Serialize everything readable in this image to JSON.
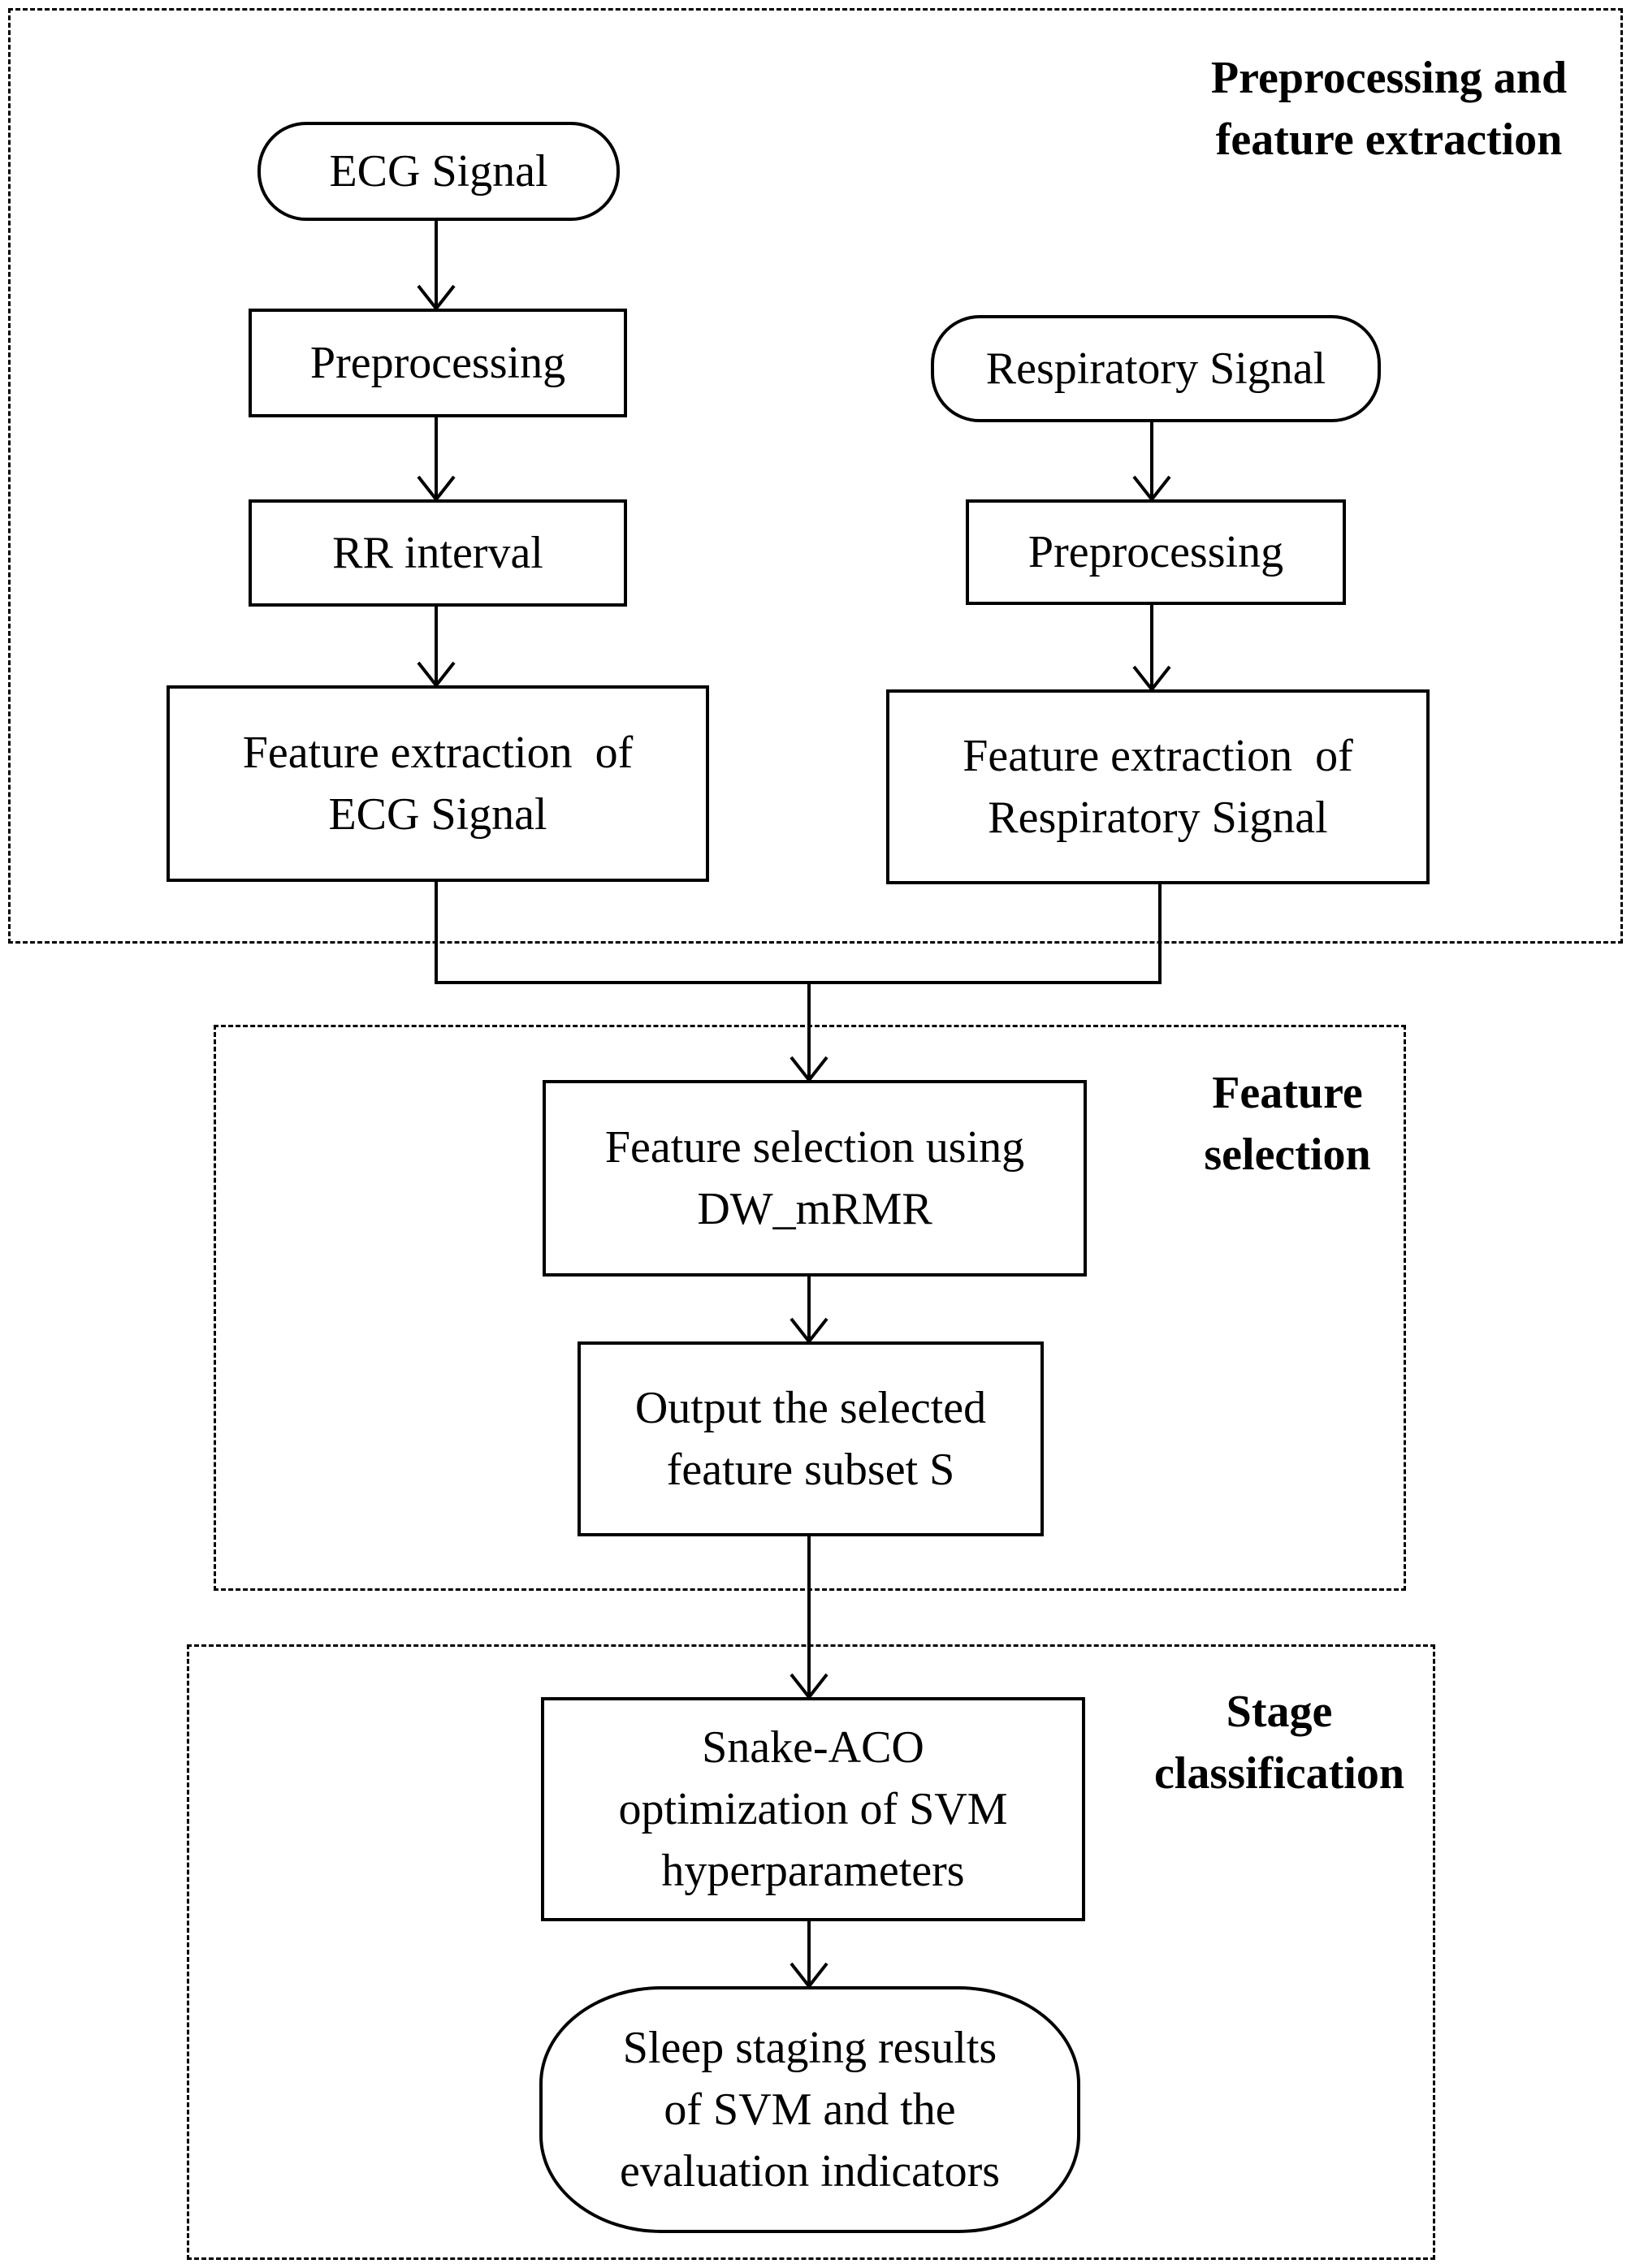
{
  "groups": {
    "preprocessing": {
      "label_line1": "Preprocessing and",
      "label_line2": "feature extraction"
    },
    "feature_selection": {
      "label_line1": "Feature",
      "label_line2": "selection"
    },
    "stage_classification": {
      "label_line1": "Stage",
      "label_line2": "classification"
    }
  },
  "nodes": {
    "ecg_signal": {
      "line1": "ECG Signal"
    },
    "ecg_preprocessing": {
      "line1": "Preprocessing"
    },
    "rr_interval": {
      "line1": "RR interval"
    },
    "ecg_feature_extraction": {
      "line1": "Feature extraction  of",
      "line2": "ECG Signal"
    },
    "respiratory_signal": {
      "line1": "Respiratory Signal"
    },
    "resp_preprocessing": {
      "line1": "Preprocessing"
    },
    "resp_feature_extraction": {
      "line1": "Feature extraction  of",
      "line2": "Respiratory Signal"
    },
    "feature_selection_dw_mrmr": {
      "line1": "Feature selection using",
      "line2": "DW_mRMR"
    },
    "output_subset": {
      "line1": "Output the selected",
      "line2": "feature subset S"
    },
    "snake_aco": {
      "line1": "Snake-ACO",
      "line2": "optimization of SVM",
      "line3": "hyperparameters"
    },
    "results": {
      "line1": "Sleep staging results",
      "line2": "of SVM and the",
      "line3": "evaluation indicators"
    }
  },
  "edges": [
    {
      "from": "ecg_signal",
      "to": "ecg_preprocessing"
    },
    {
      "from": "ecg_preprocessing",
      "to": "rr_interval"
    },
    {
      "from": "rr_interval",
      "to": "ecg_feature_extraction"
    },
    {
      "from": "respiratory_signal",
      "to": "resp_preprocessing"
    },
    {
      "from": "resp_preprocessing",
      "to": "resp_feature_extraction"
    },
    {
      "from": "ecg_feature_extraction",
      "to": "feature_selection_dw_mrmr"
    },
    {
      "from": "resp_feature_extraction",
      "to": "feature_selection_dw_mrmr"
    },
    {
      "from": "feature_selection_dw_mrmr",
      "to": "output_subset"
    },
    {
      "from": "output_subset",
      "to": "snake_aco"
    },
    {
      "from": "snake_aco",
      "to": "results"
    }
  ],
  "colors": {
    "stroke": "#000000",
    "background": "#ffffff"
  }
}
